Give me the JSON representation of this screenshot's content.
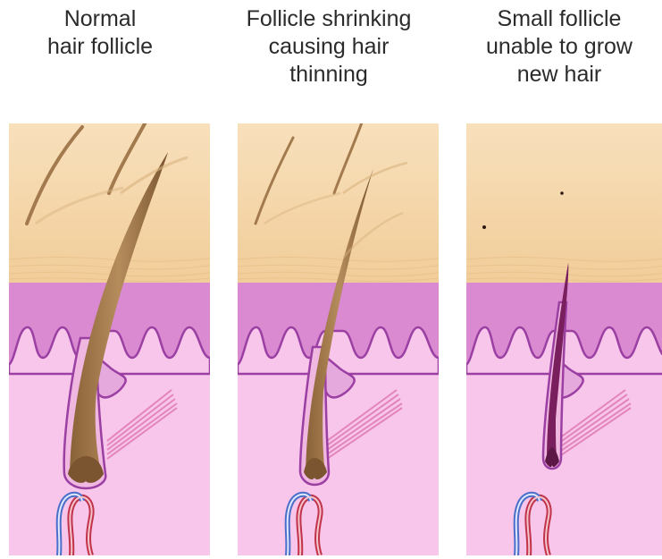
{
  "panels": [
    {
      "id": "normal",
      "caption_lines": [
        "Normal",
        "hair follicle"
      ]
    },
    {
      "id": "shrinking",
      "caption_lines": [
        "Follicle shrinking",
        "causing hair",
        "thinning"
      ]
    },
    {
      "id": "small",
      "caption_lines": [
        "Small follicle",
        "unable to grow",
        "new hair"
      ]
    }
  ],
  "colors": {
    "epidermis": "#f4d4a6",
    "epidermis_light": "#f8e0bc",
    "dermis_upper": "#d98ad0",
    "dermis_lower": "#f7c6ea",
    "follicle_outline": "#9b3fa3",
    "hair_healthy": "#a27a4e",
    "hair_dark": "#7a1f5e",
    "muscle": "#e07ab5",
    "artery": "#c0334a",
    "vein": "#4a6ec9"
  },
  "icons": {
    "hair_strand": "hair-strand-icon",
    "sebaceous_gland": "sebaceous-gland-icon",
    "arrector_muscle": "arrector-muscle-icon",
    "blood_vessels": "blood-vessel-icon"
  }
}
